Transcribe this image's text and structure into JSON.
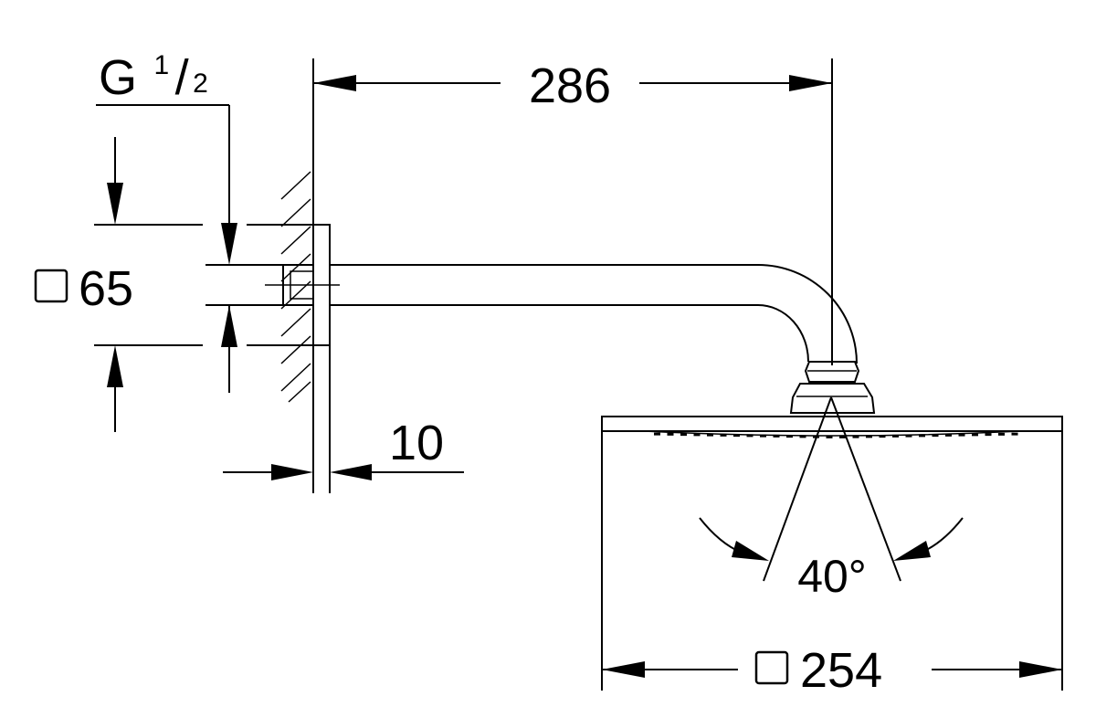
{
  "drawing": {
    "thread": {
      "prefix": "G",
      "numerator": "1",
      "slash": "/",
      "denominator": "2"
    },
    "labels": {
      "arm_projection": "286",
      "flange_size": "65",
      "flange_depth": "10",
      "spray_angle": "40°",
      "head_size": "254"
    },
    "stroke_color": "#000000",
    "background_color": "#ffffff"
  }
}
